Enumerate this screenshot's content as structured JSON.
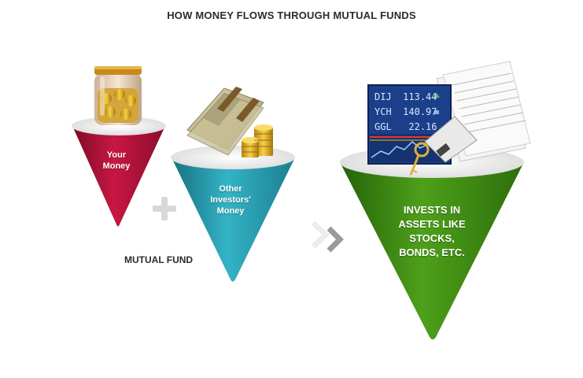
{
  "title": "HOW MONEY FLOWS THROUGH MUTUAL FUNDS",
  "cones": {
    "your_money": {
      "line1": "Your",
      "line2": "Money"
    },
    "other_money": {
      "line1": "Other",
      "line2": "Investors'",
      "line3": "Money"
    },
    "invests": {
      "line1": "INVESTS IN",
      "line2": "ASSETS LIKE",
      "line3": "STOCKS,",
      "line4": "BONDS, ETC."
    }
  },
  "mutual_fund_label": "MUTUAL FUND",
  "ticker": [
    {
      "symbol": "DIJ",
      "value": "113.44"
    },
    {
      "symbol": "YCH",
      "value": "140.97"
    },
    {
      "symbol": "GGL",
      "value": "22.16"
    }
  ],
  "colors": {
    "red_cone": "#b3123a",
    "blue_cone": "#2a9fb2",
    "green_cone": "#3e8a10",
    "ticker_bg": "#1c3f8a"
  }
}
